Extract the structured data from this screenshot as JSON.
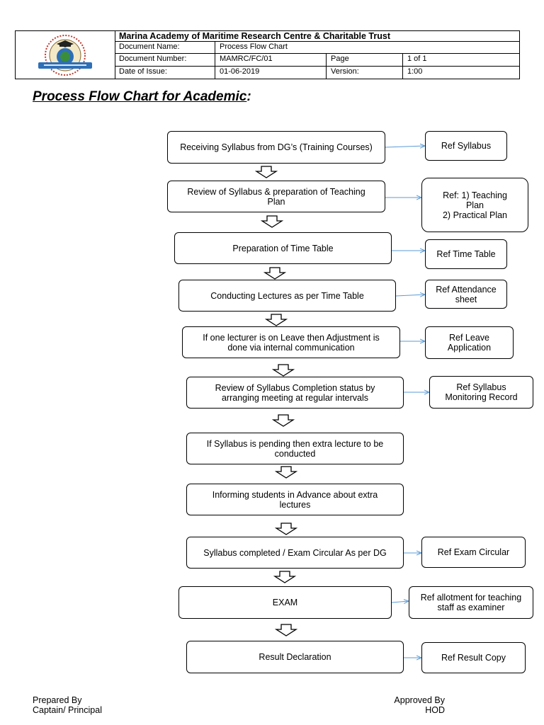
{
  "header": {
    "organization": "Marina Academy of Maritime Research Centre & Charitable Trust",
    "doc_name_label": "Document Name:",
    "doc_name_value": "Process Flow Chart",
    "doc_number_label": "Document Number:",
    "doc_number_value": "MAMRC/FC/01",
    "page_label": "Page",
    "page_value": "1 of 1",
    "issue_label": "Date of Issue:",
    "issue_value": "01-06-2019",
    "version_label": "Version:",
    "version_value": "1:00"
  },
  "title": {
    "text": "Process Flow Chart for Academic",
    "suffix": ":"
  },
  "steps": [
    {
      "line1": "Receiving Syllabus from DG’s (Training Courses)",
      "line2": ""
    },
    {
      "line1": "Review of Syllabus & preparation of Teaching",
      "line2": "Plan"
    },
    {
      "line1": "Preparation of Time Table",
      "line2": ""
    },
    {
      "line1": "Conducting Lectures as per Time Table",
      "line2": ""
    },
    {
      "line1": "If one lecturer is on Leave then Adjustment is",
      "line2": "done via internal communication"
    },
    {
      "line1": "Review of Syllabus Completion status by",
      "line2": "arranging meeting at regular intervals"
    },
    {
      "line1": "If Syllabus is pending then extra lecture to be",
      "line2": "conducted"
    },
    {
      "line1": "Informing students in Advance about extra",
      "line2": "lectures"
    },
    {
      "line1": "Syllabus completed / Exam Circular As per DG",
      "line2": ""
    },
    {
      "line1": "EXAM",
      "line2": ""
    },
    {
      "line1": "Result Declaration",
      "line2": ""
    }
  ],
  "refs": [
    {
      "lines": [
        "Ref Syllabus"
      ]
    },
    {
      "lines": [
        "Ref: 1) Teaching",
        "Plan",
        "2) Practical Plan"
      ]
    },
    {
      "lines": [
        "Ref Time Table"
      ]
    },
    {
      "lines": [
        "Ref Attendance",
        "sheet"
      ]
    },
    {
      "lines": [
        "Ref Leave",
        "Application"
      ]
    },
    {
      "lines": [
        "Ref Syllabus",
        "Monitoring Record"
      ]
    },
    {
      "lines": [
        "Ref Exam Circular"
      ]
    },
    {
      "lines": [
        "Ref allotment for teaching",
        "staff as examiner"
      ]
    },
    {
      "lines": [
        "Ref Result Copy"
      ]
    }
  ],
  "footer": {
    "prepared_label": "Prepared By",
    "prepared_by": "Captain/ Principal",
    "approved_label": "Approved By",
    "approved_by": "HOD"
  },
  "colors": {
    "connector": "#5b9bd5",
    "logo_ring": "#c0392b",
    "logo_banner": "#2e6fb7"
  }
}
